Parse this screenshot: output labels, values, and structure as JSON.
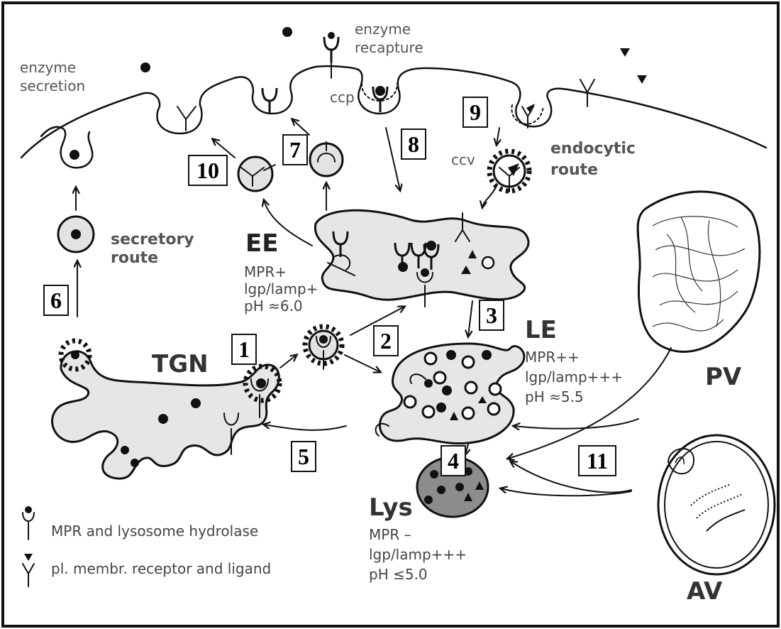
{
  "labels": {
    "enzyme_secretion": [
      "enzyme",
      "secretion"
    ],
    "enzyme_recapture": [
      "enzyme",
      "recapture"
    ],
    "ccp": "ccp",
    "ccv": "ccv",
    "endocytic_route": [
      "endocytic",
      "route"
    ],
    "secretory_route": [
      "secretory",
      "route"
    ],
    "ee": {
      "title": "EE",
      "lines": [
        "MPR+",
        "lgp/lamp+",
        "pH ≈6.0"
      ]
    },
    "le": {
      "title": "LE",
      "lines": [
        "MPR++",
        "lgp/lamp+++",
        "pH ≈5.5"
      ]
    },
    "lys": {
      "title": "Lys",
      "lines": [
        "MPR –",
        "lgp/lamp+++",
        "pH ≤5.0"
      ]
    },
    "tgn": "TGN",
    "pv": "PV",
    "av": "AV"
  },
  "step_numbers": [
    "1",
    "2",
    "3",
    "4",
    "5",
    "6",
    "7",
    "8",
    "9",
    "10",
    "11"
  ],
  "legend": [
    {
      "icon": "mpr-hydrolase-icon",
      "text": "MPR and lysosome hydrolase"
    },
    {
      "icon": "receptor-ligand-icon",
      "text": "pl. membr. receptor and ligand"
    }
  ]
}
